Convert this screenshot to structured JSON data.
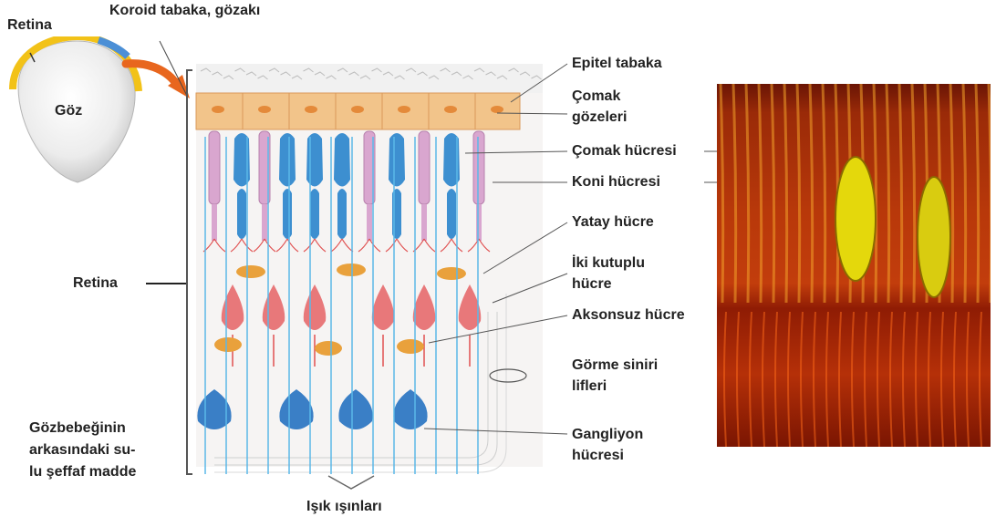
{
  "labels": {
    "retina_top": "Retina",
    "koroid": "Koroid tabaka, gözakı",
    "goz": "Göz",
    "epitel": "Epitel tabaka",
    "comak_gozeleri_1": "Çomak",
    "comak_gozeleri_2": "gözeleri",
    "comak_hucresi": "Çomak hücresi",
    "koni_hucresi": "Koni hücresi",
    "yatay_hucre": "Yatay hücre",
    "iki_kutuplu_1": "İki kutuplu",
    "iki_kutuplu_2": "hücre",
    "aksonsuz": "Aksonsuz hücre",
    "gorme_siniri_1": "Görme siniri",
    "gorme_siniri_2": "lifleri",
    "gangliyon_1": "Gangliyon",
    "gangliyon_2": "hücresi",
    "retina_left": "Retina",
    "gozbebegi_1": "Gözbebeğinin",
    "gozbebegi_2": "arkasındaki su-",
    "gozbebegi_3": "lu şeffaf madde",
    "isik": "Işık ışınları"
  },
  "colors": {
    "rod": "#d9a6cf",
    "cone": "#3d8fd0",
    "epithelium": "#f2c48a",
    "bipolar": "#e8787a",
    "horizontal": "#e9a13c",
    "ganglion": "#3a7fc6",
    "light_ray": "#5bb8e8",
    "arrow": "#e8661e",
    "retina_band": "#f2c218"
  }
}
